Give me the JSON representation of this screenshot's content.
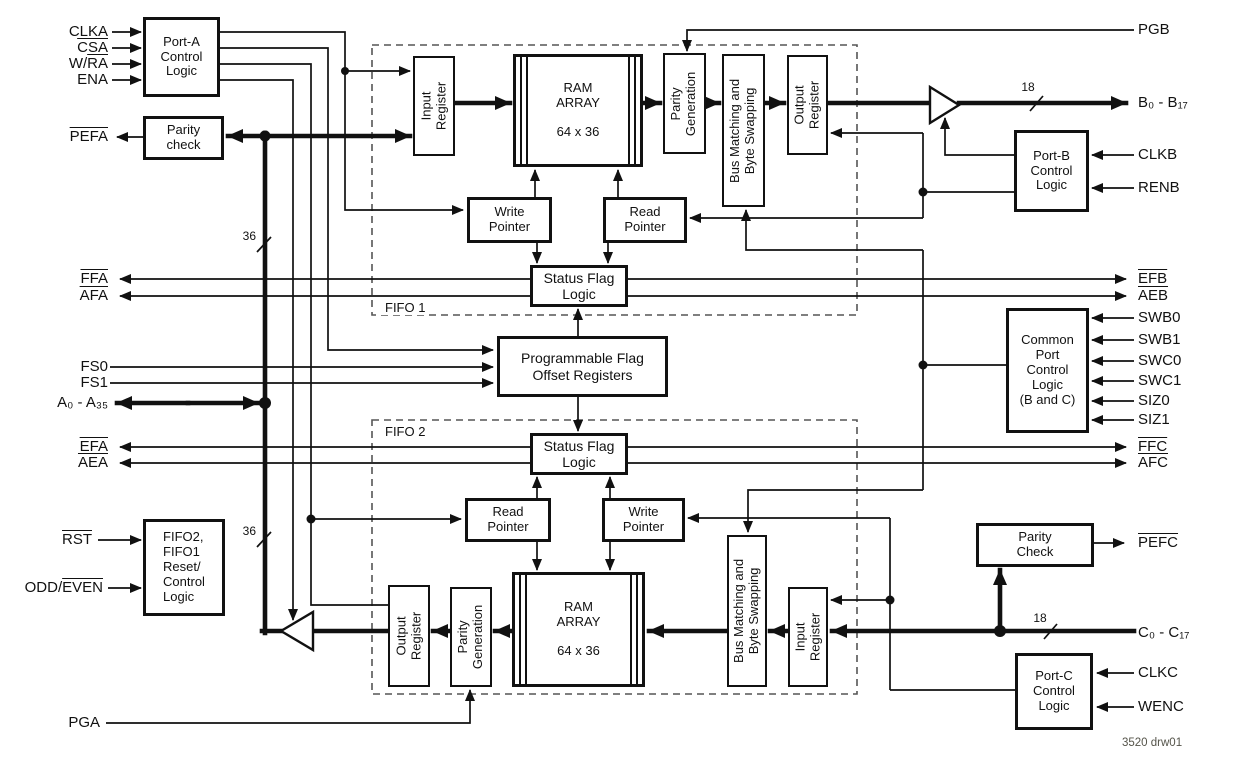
{
  "blocks": {
    "port_a": {
      "label": "Port-A\nControl\nLogic"
    },
    "parity_check_a": {
      "label": "Parity\ncheck"
    },
    "input_reg_1": {
      "label": "Input\nRegister"
    },
    "ram_1": {
      "label": "RAM\nARRAY\n\n64 x 36"
    },
    "parity_gen_1": {
      "label": "Parity\nGeneration"
    },
    "bus_match_1": {
      "label": "Bus Matching and\nByte Swapping"
    },
    "output_reg_1": {
      "label": "Output\nRegister"
    },
    "write_ptr_1": {
      "label": "Write\nPointer"
    },
    "read_ptr_1": {
      "label": "Read\nPointer"
    },
    "status_flag_1": {
      "label": "Status Flag\nLogic"
    },
    "prog_flag": {
      "label": "Programmable Flag\nOffset Registers"
    },
    "status_flag_2": {
      "label": "Status Flag\nLogic"
    },
    "read_ptr_2": {
      "label": "Read\nPointer"
    },
    "write_ptr_2": {
      "label": "Write\nPointer"
    },
    "output_reg_2": {
      "label": "Output\nRegister"
    },
    "parity_gen_2": {
      "label": "Parity\nGeneration"
    },
    "ram_2": {
      "label": "RAM\nARRAY\n\n64 x 36"
    },
    "bus_match_2": {
      "label": "Bus Matching and\nByte Swapping"
    },
    "input_reg_2": {
      "label": "Input\nRegister"
    },
    "port_b": {
      "label": "Port-B\nControl\nLogic"
    },
    "common_port": {
      "label": "Common\nPort\nControl\nLogic\n(B and C)"
    },
    "parity_check_c": {
      "label": "Parity\nCheck"
    },
    "port_c": {
      "label": "Port-C\nControl\nLogic"
    },
    "reset_logic": {
      "label": "FIFO2,\nFIFO1\nReset/\nControl\nLogic"
    }
  },
  "signals_left": {
    "clka": "CLKA",
    "csa": "CSA",
    "wra_pre": "W/",
    "wra_over": "RA",
    "ena": "ENA",
    "pefa": "PEFA",
    "ffa": "FFA",
    "afa": "AFA",
    "fs0": "FS0",
    "fs1": "FS1",
    "a_bus": "A₀ - A₃₅",
    "efa": "EFA",
    "aea": "AEA",
    "rst": "RST",
    "odd_pre": "ODD/",
    "odd_over": "EVEN",
    "pga": "PGA"
  },
  "signals_right": {
    "pgb": "PGB",
    "b_bus": "B₀ - B₁₇",
    "clkb": "CLKB",
    "renb": "RENB",
    "efb": "EFB",
    "aeb": "AEB",
    "swb0": "SWB0",
    "swb1": "SWB1",
    "swc0": "SWC0",
    "swc1": "SWC1",
    "siz0": "SIZ0",
    "siz1": "SIZ1",
    "ffc": "FFC",
    "afc": "AFC",
    "pefc": "PEFC",
    "c_bus": "C₀ - C₁₇",
    "clkc": "CLKC",
    "wenc": "WENC"
  },
  "bus_widths": {
    "a_top": "36",
    "a_bottom": "36",
    "b": "18",
    "c": "18"
  },
  "regions": {
    "fifo1": "FIFO 1",
    "fifo2": "FIFO 2"
  },
  "footnote": "3520 drw01",
  "colors": {
    "line": "#111111",
    "background": "#ffffff",
    "dash": "#555555",
    "footnote": "#55544a"
  }
}
